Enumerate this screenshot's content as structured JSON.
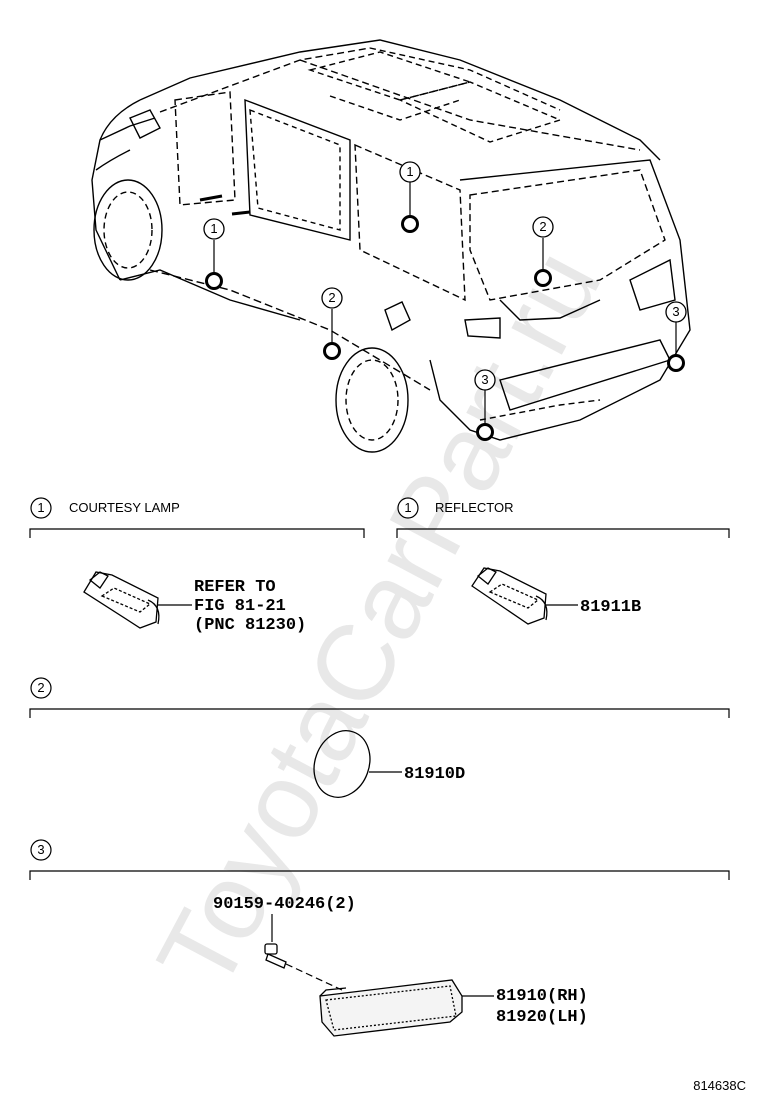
{
  "watermark": "ToyotaCarPart.ru",
  "callouts": {
    "c1": "1",
    "c2": "2",
    "c3": "3"
  },
  "sections": {
    "courtesy_lamp": {
      "number": "1",
      "title": "COURTESY LAMP",
      "refer_lines": [
        "REFER TO",
        "FIG 81-21",
        "(PNC 81230)"
      ]
    },
    "reflector": {
      "number": "1",
      "title": "REFLECTOR",
      "part": "81911B"
    },
    "section2": {
      "number": "2",
      "part": "81910D"
    },
    "section3": {
      "number": "3",
      "screw_part": "90159-40246(2)",
      "parts": [
        "81910(RH)",
        "81920(LH)"
      ]
    }
  },
  "diagram_code": "814638C"
}
